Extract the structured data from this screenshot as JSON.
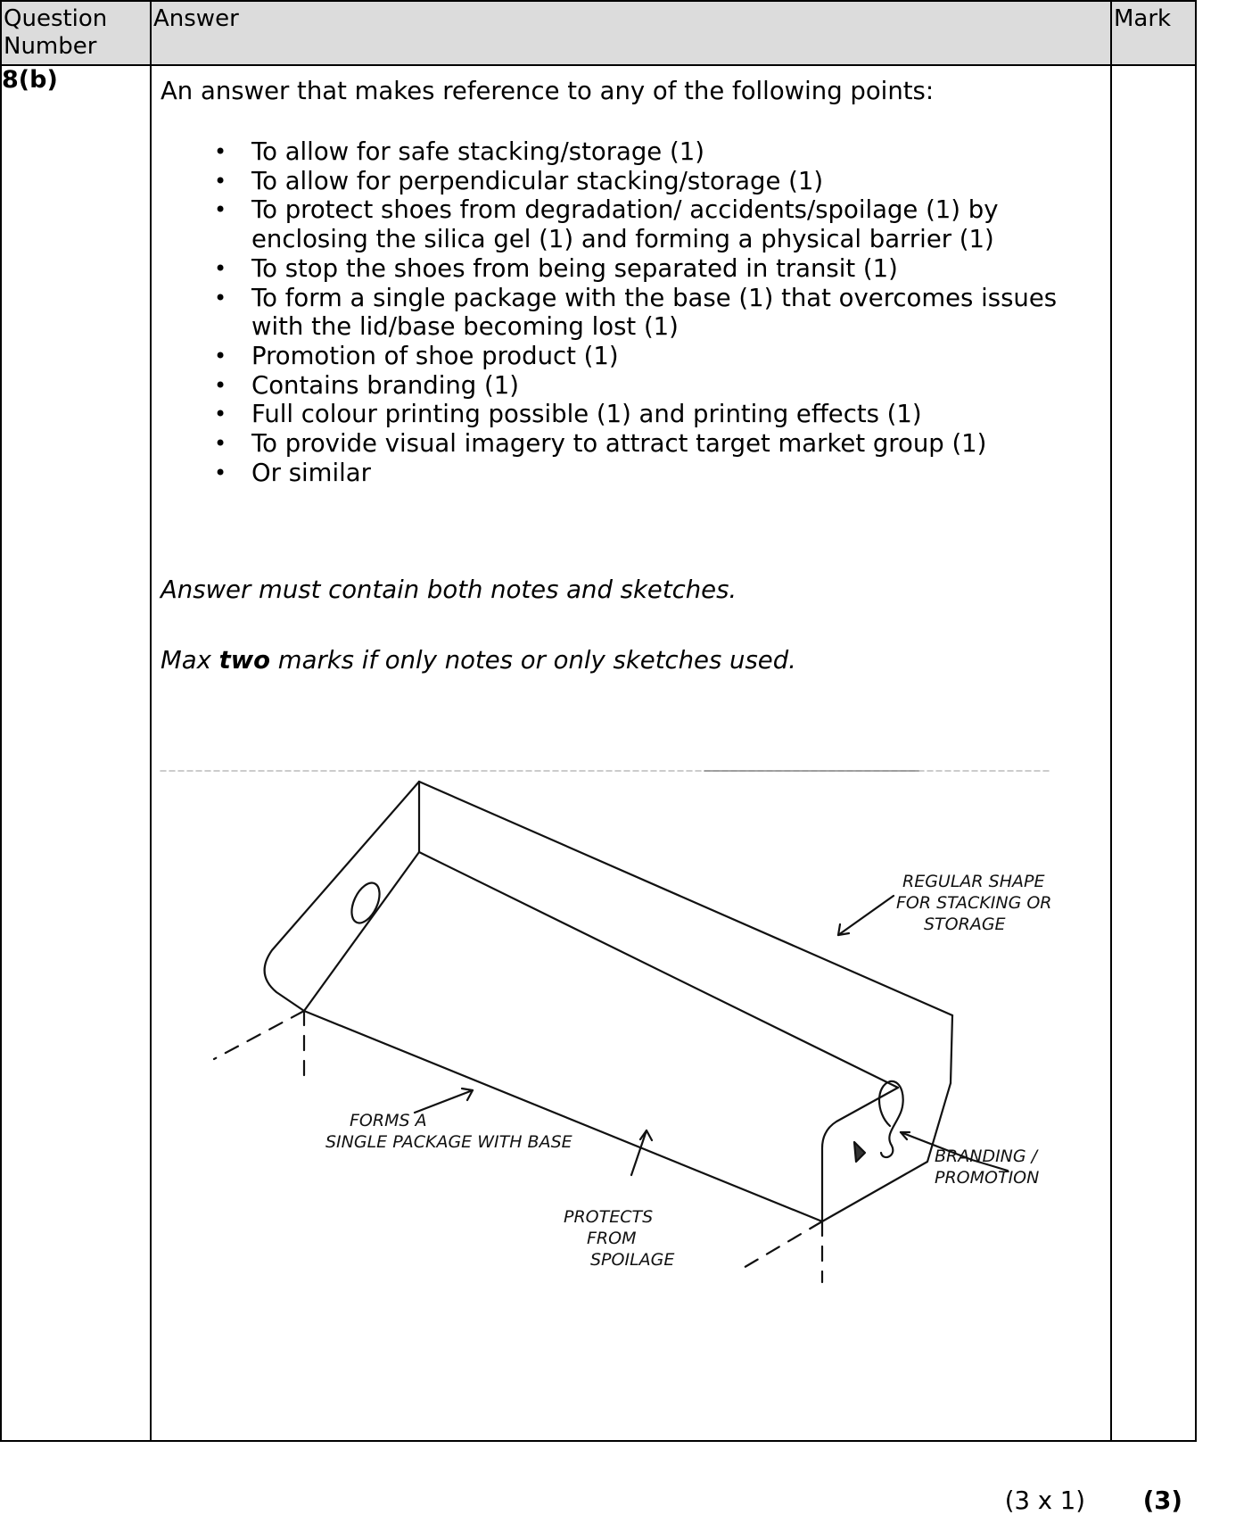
{
  "table": {
    "headers": {
      "question_number": "Question Number",
      "answer": "Answer",
      "mark": "Mark"
    },
    "row": {
      "question_number": "8(b)",
      "intro": "An answer that makes reference to any of the following points:",
      "points": [
        "To allow for safe stacking/storage (1)",
        "To allow for perpendicular stacking/storage (1)",
        "To protect shoes from degradation/ accidents/spoilage (1) by enclosing the silica gel (1) and forming a physical barrier (1)",
        "To stop the shoes from being separated in transit (1)",
        "To form a single package with the base (1) that overcomes issues with the lid/base becoming lost (1)",
        "Promotion of shoe product (1)",
        "Contains branding (1)",
        "Full colour printing possible (1) and printing effects (1)",
        "To provide visual imagery to attract target market group (1)",
        "Or similar"
      ],
      "note1": "Answer must contain both notes and sketches.",
      "note2_before": "Max ",
      "note2_bold": "two",
      "note2_after": " marks if only notes or only sketches used.",
      "sketch_labels": {
        "top_right_1": "REGULAR SHAPE",
        "top_right_2": "FOR STACKING OR",
        "top_right_3": "STORAGE",
        "left_1": "FORMS A",
        "left_2": "SINGLE PACKAGE WITH BASE",
        "bottom_1": "PROTECTS",
        "bottom_2": "FROM",
        "bottom_3": "SPOILAGE",
        "right_1": "BRANDING /",
        "right_2": "PROMOTION"
      },
      "calculation": "(3 x 1)",
      "mark": "(3)"
    }
  }
}
